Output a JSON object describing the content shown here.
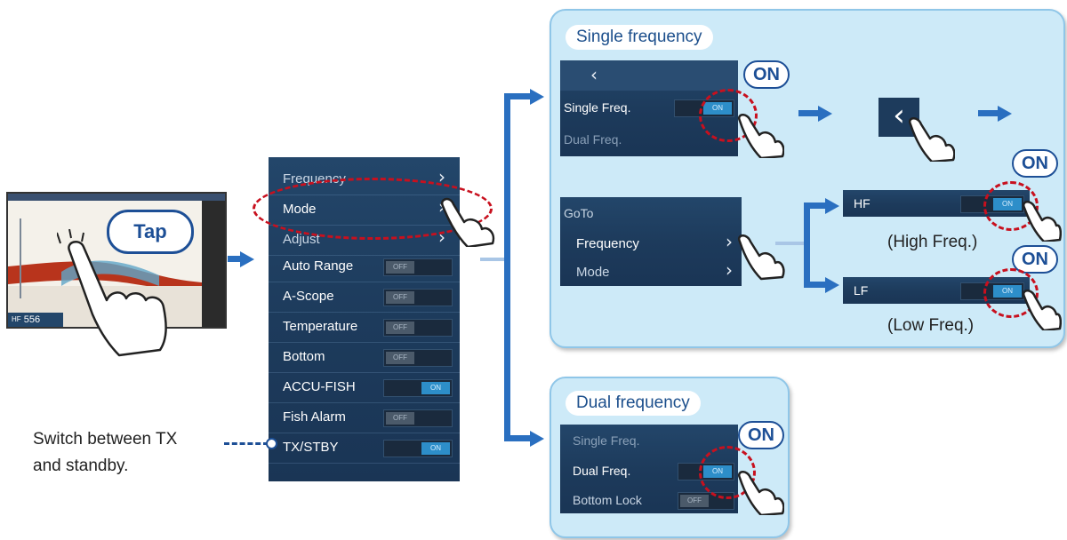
{
  "screen_thumb": {
    "tap_label": "Tap",
    "freq_tag": "HF",
    "depth": "556"
  },
  "main_menu": {
    "items": [
      {
        "label": "Frequency",
        "type": "submenu"
      },
      {
        "label": "Mode",
        "type": "submenu"
      },
      {
        "label": "Adjust",
        "type": "submenu"
      },
      {
        "label": "Auto Range",
        "type": "toggle",
        "state": "OFF"
      },
      {
        "label": "A-Scope",
        "type": "toggle",
        "state": "OFF"
      },
      {
        "label": "Temperature",
        "type": "toggle",
        "state": "OFF"
      },
      {
        "label": "Bottom",
        "type": "toggle",
        "state": "OFF"
      },
      {
        "label": "ACCU-FISH",
        "type": "toggle",
        "state": "ON"
      },
      {
        "label": "Fish Alarm",
        "type": "toggle",
        "state": "OFF"
      },
      {
        "label": "TX/STBY",
        "type": "toggle",
        "state": "ON"
      }
    ]
  },
  "caption_tx": {
    "line1": "Switch between TX",
    "line2": "and standby."
  },
  "single_panel": {
    "title": "Single frequency",
    "on_label": "ON",
    "single_freq": "Single Freq.",
    "dual_freq": "Dual Freq.",
    "goto": "GoTo",
    "frequency": "Frequency",
    "mode": "Mode",
    "hf": "HF",
    "hf_caption": "(High Freq.)",
    "lf": "LF",
    "lf_caption": "(Low Freq.)"
  },
  "dual_panel": {
    "title": "Dual frequency",
    "on_label": "ON",
    "single_freq": "Single Freq.",
    "dual_freq": "Dual Freq.",
    "bottom_lock": "Bottom Lock"
  },
  "toggle_text": {
    "on": "ON",
    "off": "OFF"
  },
  "colors": {
    "accent_blue": "#2a6fc0",
    "menu_bg": "#1d3b5c",
    "highlight_red": "#c8101e",
    "panel_bg": "#cdeaf8"
  }
}
